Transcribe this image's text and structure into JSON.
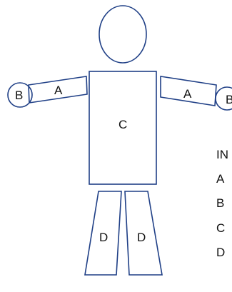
{
  "diagram": {
    "labels": {
      "left_arm": "A",
      "right_arm": "A",
      "left_hand": "B",
      "right_hand": "B",
      "torso": "C",
      "left_leg": "D",
      "right_leg": "D"
    },
    "legend": {
      "title": "IN",
      "items": [
        "A",
        "B",
        "C",
        "D"
      ]
    },
    "colors": {
      "outline": "#1f3f86",
      "text": "#111111"
    }
  }
}
